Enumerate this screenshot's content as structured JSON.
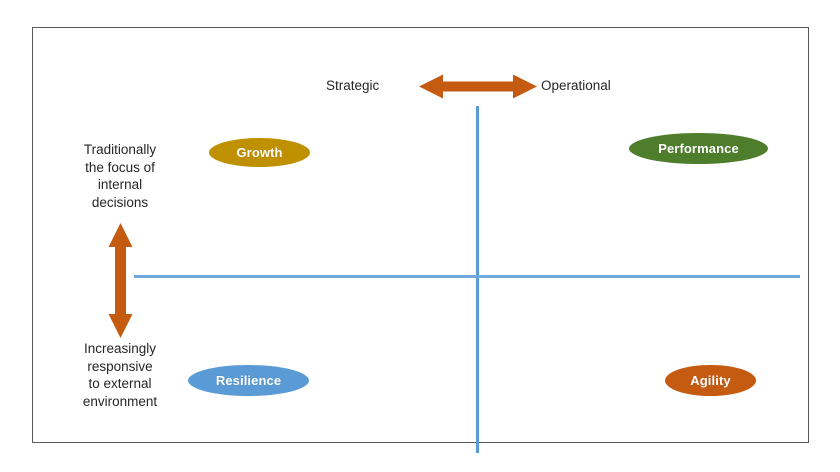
{
  "diagram": {
    "title": "Strategic vs Operational / Internal vs External quadrant matrix",
    "colors": {
      "arrow": "#C55A11",
      "axis": "#5B9BD5",
      "axis_light": "#6FA8DC",
      "frame": "#595959",
      "text": "#262626",
      "growth": "#BF9000",
      "performance": "#4E7D2C",
      "resilience": "#5B9BD5",
      "agility": "#C55A11"
    },
    "axes": {
      "horizontal": {
        "left_label": "Strategic",
        "right_label": "Operational",
        "arrow": "double-headed-horizontal-arrow"
      },
      "vertical": {
        "top_label": "Traditionally the focus of internal decisions",
        "top_label_lines": [
          "Traditionally",
          "the focus of",
          "internal",
          "decisions"
        ],
        "bottom_label": "Increasingly responsive to external environment",
        "bottom_label_lines": [
          "Increasingly",
          "responsive",
          "to external",
          "environment"
        ],
        "arrow": "double-headed-vertical-arrow"
      }
    },
    "quadrant_items": [
      {
        "label": "Growth",
        "quadrant": "top-left",
        "color": "#BF9000"
      },
      {
        "label": "Performance",
        "quadrant": "top-right",
        "color": "#4E7D2C"
      },
      {
        "label": "Resilience",
        "quadrant": "bottom-left",
        "color": "#5B9BD5"
      },
      {
        "label": "Agility",
        "quadrant": "bottom-right",
        "color": "#C55A11"
      }
    ]
  },
  "chart_data": {
    "type": "scatter",
    "title": "Strategic vs Operational / Internal vs External quadrant matrix",
    "xlabel": "Strategic ↔ Operational",
    "ylabel": "Traditionally the focus of internal decisions ↔ Increasingly responsive to external environment",
    "xlim": [
      -1,
      1
    ],
    "ylim": [
      -1,
      1
    ],
    "grid": false,
    "legend": "none",
    "x_axis_ticks": [
      "Strategic",
      "Operational"
    ],
    "y_axis_ticks": [
      "Traditionally the focus of internal decisions",
      "Increasingly responsive to external environment"
    ],
    "points": [
      {
        "label": "Growth",
        "x": -0.57,
        "y": 0.6,
        "quadrant": "top-left",
        "color": "#BF9000"
      },
      {
        "label": "Performance",
        "x": 0.62,
        "y": 0.64,
        "quadrant": "top-right",
        "color": "#4E7D2C"
      },
      {
        "label": "Resilience",
        "x": -0.62,
        "y": -0.65,
        "quadrant": "bottom-left",
        "color": "#5B9BD5"
      },
      {
        "label": "Agility",
        "x": 0.64,
        "y": -0.65,
        "quadrant": "bottom-right",
        "color": "#C55A11"
      }
    ],
    "annotations": [
      {
        "text": "Strategic",
        "position": "top-left-of-axis"
      },
      {
        "text": "Operational",
        "position": "top-right-of-axis"
      },
      {
        "text": "Traditionally the focus of internal decisions",
        "position": "upper-left-margin"
      },
      {
        "text": "Increasingly responsive to external environment",
        "position": "lower-left-margin"
      }
    ]
  }
}
